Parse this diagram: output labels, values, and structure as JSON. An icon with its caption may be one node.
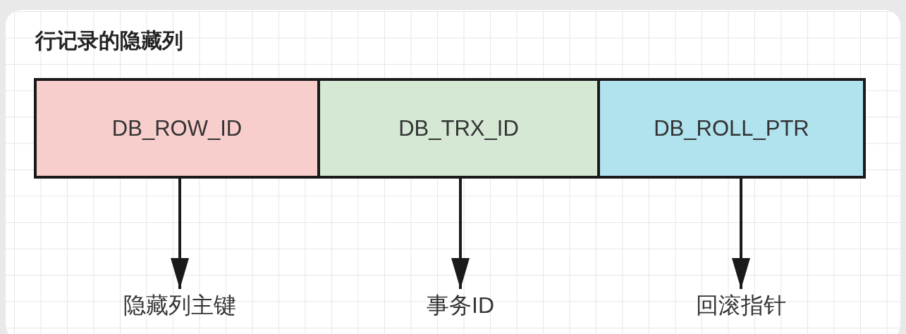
{
  "diagram": {
    "title": "行记录的隐藏列",
    "nodes": [
      {
        "text": [
          "DB_ROW_ID"
        ]
      },
      {
        "text": [
          "DB_TRX_ID"
        ]
      },
      {
        "text": [
          "DB_ROLL_PTR"
        ]
      },
      {
        "text": [
          "隐藏列主键"
        ]
      },
      {
        "text": [
          "事务ID"
        ]
      },
      {
        "text": [
          "回滚指针"
        ]
      }
    ],
    "edges": [
      {
        "from": 0,
        "to": 3,
        "arrow": "to"
      },
      {
        "from": 1,
        "to": 4,
        "arrow": "to"
      },
      {
        "from": 2,
        "to": 5,
        "arrow": "to"
      }
    ]
  }
}
